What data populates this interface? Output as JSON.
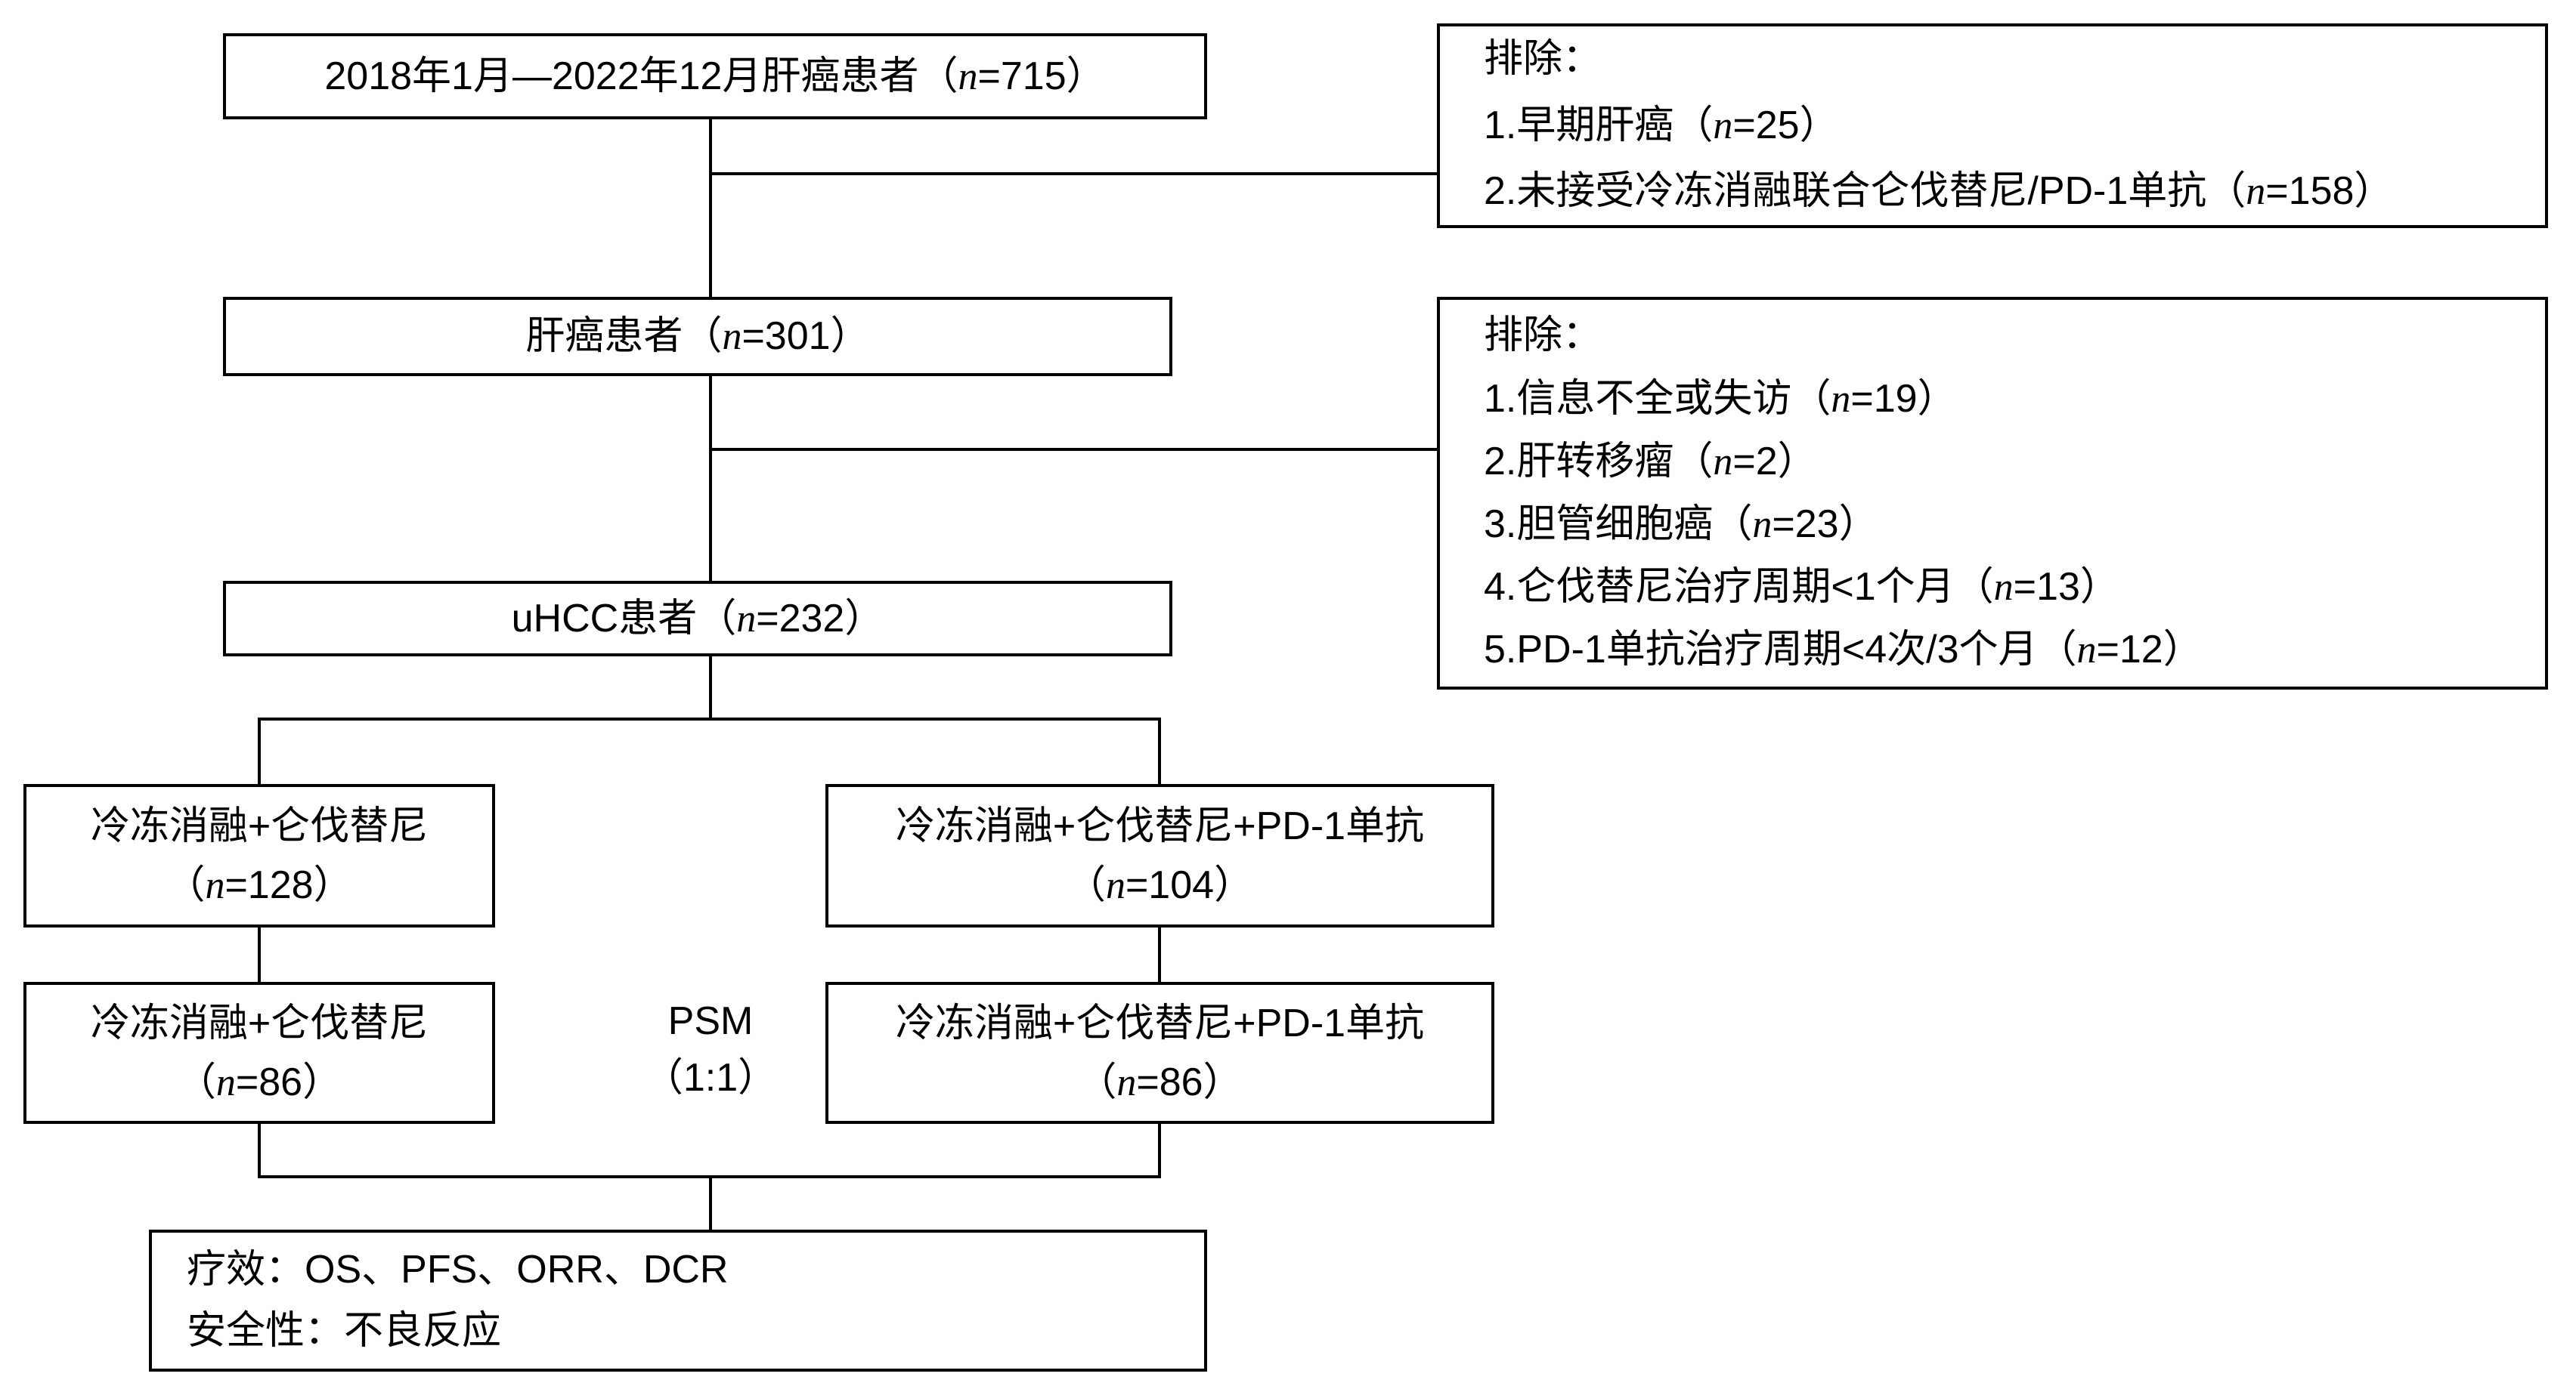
{
  "diagram": {
    "initial_cohort": "2018年1月—2022年12月肝癌患者（n=715）",
    "exclusion1": {
      "header": "排除：",
      "items": [
        "1.早期肝癌（n=25）",
        "2.未接受冷冻消融联合仑伐替尼/PD-1单抗（n=158）"
      ]
    },
    "liver_cancer_box": "肝癌患者（n=301）",
    "exclusion2": {
      "header": "排除：",
      "items": [
        "1.信息不全或失访（n=19）",
        "2.肝转移瘤（n=2）",
        "3.胆管细胞癌（n=23）",
        "4.仑伐替尼治疗周期<1个月（n=13）",
        "5.PD-1单抗治疗周期<4次/3个月（n=12）"
      ]
    },
    "uhcc_box": "uHCC患者（n=232）",
    "branch_left": {
      "line1": "冷冻消融+仑伐替尼",
      "line2": "（n=128）"
    },
    "branch_right": {
      "line1": "冷冻消融+仑伐替尼+PD-1单抗",
      "line2": "（n=104）"
    },
    "psm_label": {
      "line1": "PSM",
      "line2": "（1:1）"
    },
    "psm_left": {
      "line1": "冷冻消融+仑伐替尼",
      "line2": "（n=86）"
    },
    "psm_right": {
      "line1": "冷冻消融+仑伐替尼+PD-1单抗",
      "line2": "（n=86）"
    },
    "outcome_box": {
      "line1": "疗效：OS、PFS、ORR、DCR",
      "line2": "安全性：不良反应"
    },
    "colors": {
      "line": "#000000",
      "background": "#ffffff",
      "text": "#000000"
    }
  }
}
